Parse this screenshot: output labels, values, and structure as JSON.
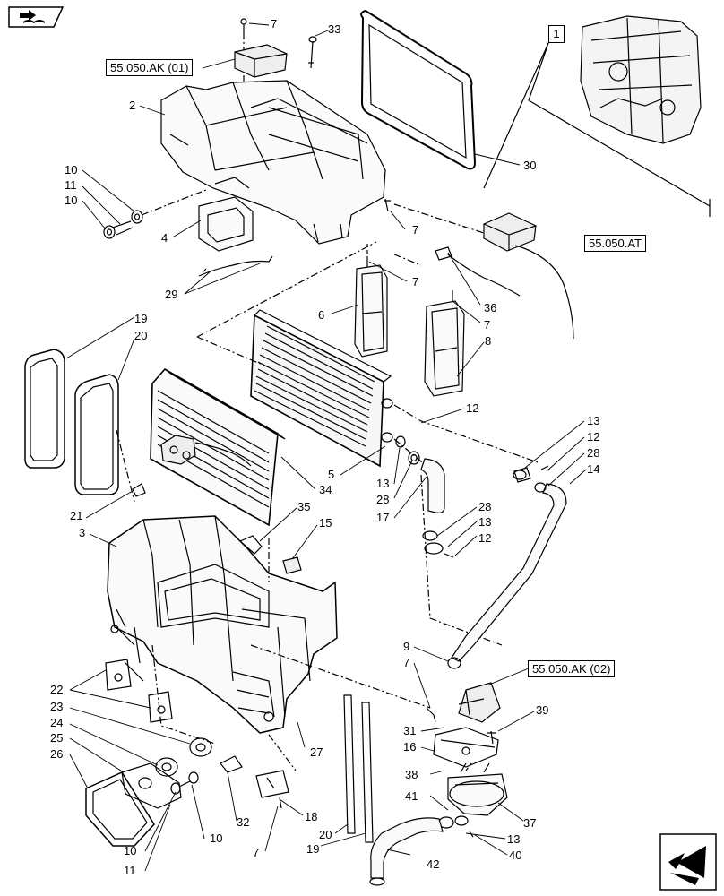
{
  "navigation": {
    "top_icon": "book-arrow-icon",
    "bottom_icon": "arrow-corner-icon"
  },
  "references": {
    "ak01": "55.050.AK (01)",
    "at": "55.050.AT",
    "ak02": "55.050.AK (02)",
    "detail": "1"
  },
  "callouts": [
    {
      "id": "c7a",
      "text": "7"
    },
    {
      "id": "c33",
      "text": "33"
    },
    {
      "id": "c2",
      "text": "2"
    },
    {
      "id": "c30",
      "text": "30"
    },
    {
      "id": "c10a",
      "text": "10"
    },
    {
      "id": "c11a",
      "text": "11"
    },
    {
      "id": "c10b",
      "text": "10"
    },
    {
      "id": "c4",
      "text": "4"
    },
    {
      "id": "c7b",
      "text": "7"
    },
    {
      "id": "c29",
      "text": "29"
    },
    {
      "id": "c7c",
      "text": "7"
    },
    {
      "id": "c6",
      "text": "6"
    },
    {
      "id": "c36",
      "text": "36"
    },
    {
      "id": "c7d",
      "text": "7"
    },
    {
      "id": "c8",
      "text": "8"
    },
    {
      "id": "c19a",
      "text": "19"
    },
    {
      "id": "c20a",
      "text": "20"
    },
    {
      "id": "c12a",
      "text": "12"
    },
    {
      "id": "c13a",
      "text": "13"
    },
    {
      "id": "c12b",
      "text": "12"
    },
    {
      "id": "c28a",
      "text": "28"
    },
    {
      "id": "c14",
      "text": "14"
    },
    {
      "id": "c5",
      "text": "5"
    },
    {
      "id": "c13b",
      "text": "13"
    },
    {
      "id": "c34",
      "text": "34"
    },
    {
      "id": "c28b",
      "text": "28"
    },
    {
      "id": "c17",
      "text": "17"
    },
    {
      "id": "c28c",
      "text": "28"
    },
    {
      "id": "c21",
      "text": "21"
    },
    {
      "id": "c35",
      "text": "35"
    },
    {
      "id": "c13c",
      "text": "13"
    },
    {
      "id": "c3",
      "text": "3"
    },
    {
      "id": "c15",
      "text": "15"
    },
    {
      "id": "c12c",
      "text": "12"
    },
    {
      "id": "c9",
      "text": "9"
    },
    {
      "id": "c7e",
      "text": "7"
    },
    {
      "id": "c22",
      "text": "22"
    },
    {
      "id": "c23",
      "text": "23"
    },
    {
      "id": "c39",
      "text": "39"
    },
    {
      "id": "c24",
      "text": "24"
    },
    {
      "id": "c31",
      "text": "31"
    },
    {
      "id": "c25",
      "text": "25"
    },
    {
      "id": "c16",
      "text": "16"
    },
    {
      "id": "c27",
      "text": "27"
    },
    {
      "id": "c26",
      "text": "26"
    },
    {
      "id": "c38",
      "text": "38"
    },
    {
      "id": "c41",
      "text": "41"
    },
    {
      "id": "c37",
      "text": "37"
    },
    {
      "id": "c32",
      "text": "32"
    },
    {
      "id": "c18",
      "text": "18"
    },
    {
      "id": "c13d",
      "text": "13"
    },
    {
      "id": "c40",
      "text": "40"
    },
    {
      "id": "c10c",
      "text": "10"
    },
    {
      "id": "c10d",
      "text": "10"
    },
    {
      "id": "c20b",
      "text": "20"
    },
    {
      "id": "c11b",
      "text": "11"
    },
    {
      "id": "c7f",
      "text": "7"
    },
    {
      "id": "c19b",
      "text": "19"
    },
    {
      "id": "c42",
      "text": "42"
    }
  ]
}
